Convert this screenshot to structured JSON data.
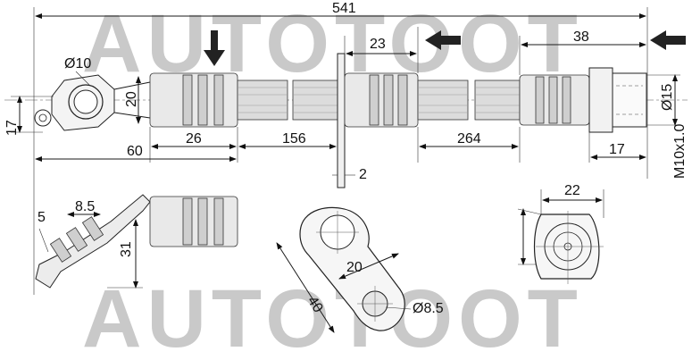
{
  "watermark": {
    "top": "AUTOTOOT",
    "bottom": "AUTOTOOT",
    "color": "#c9c9c9"
  },
  "dimensions": {
    "overall_length": "541",
    "end_eye_dia": "Ø10",
    "end_height": "20",
    "end_offset": "17",
    "end_length": "60",
    "fitting_len": "26",
    "seg_a": "156",
    "bracket_width": "23",
    "bracket_thk": "2",
    "seg_b": "264",
    "tail_len": "38",
    "nut_len": "17",
    "nut_dia": "Ø15",
    "thread": "M10x1.0",
    "bend_a": "5",
    "bend_b": "8.5",
    "bend_c": "31",
    "plate_width": "20",
    "plate_length": "40",
    "plate_hole": "Ø8.5",
    "nut_face": "22"
  }
}
